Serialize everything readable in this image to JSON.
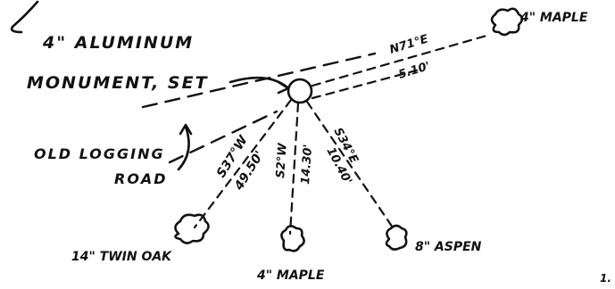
{
  "labels": {
    "monument_line1": "4\" ALUMINUM",
    "monument_line2": "MONUMENT, SET",
    "road_line1": "OLD LOGGING",
    "road_line2": "ROAD",
    "tree_ne": "4\" MAPLE",
    "tree_sw": "14\" TWIN OAK",
    "tree_s": "4\" MAPLE",
    "tree_se": "8\" ASPEN",
    "corner_mark": "1."
  },
  "bearings": {
    "ne_bearing": "N71°E",
    "ne_distance": "5.10'",
    "sw_bearing": "S37°W",
    "sw_distance": "49.50'",
    "s_bearing": "S2°W",
    "s_distance": "14.30'",
    "se_bearing": "S34°E",
    "se_distance": "10.40'"
  }
}
